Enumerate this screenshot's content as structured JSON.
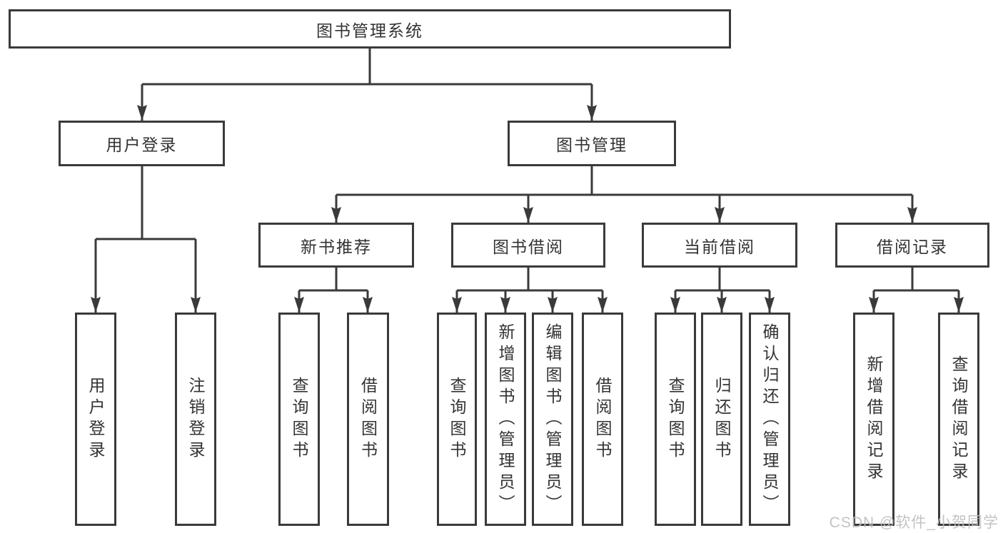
{
  "diagram": {
    "root": {
      "label": "图书管理系统"
    },
    "level2": [
      {
        "label": "用户登录"
      },
      {
        "label": "图书管理"
      }
    ],
    "level3": [
      {
        "label": "新书推荐"
      },
      {
        "label": "图书借阅"
      },
      {
        "label": "当前借阅"
      },
      {
        "label": "借阅记录"
      }
    ],
    "leaves": [
      {
        "label": "用户登录"
      },
      {
        "label": "注销登录"
      },
      {
        "label": "查询图书"
      },
      {
        "label": "借阅图书"
      },
      {
        "label": "查询图书"
      },
      {
        "label": "新增图书（管理员）"
      },
      {
        "label": "编辑图书（管理员）"
      },
      {
        "label": "借阅图书"
      },
      {
        "label": "查询图书"
      },
      {
        "label": "归还图书"
      },
      {
        "label": "确认归还（管理员）"
      },
      {
        "label": "新增借阅记录"
      },
      {
        "label": "查询借阅记录"
      }
    ],
    "hierarchy": {
      "图书管理系统": {
        "用户登录": [
          "用户登录",
          "注销登录"
        ],
        "图书管理": {
          "新书推荐": [
            "查询图书",
            "借阅图书"
          ],
          "图书借阅": [
            "查询图书",
            "新增图书（管理员）",
            "编辑图书（管理员）",
            "借阅图书"
          ],
          "当前借阅": [
            "查询图书",
            "归还图书",
            "确认归还（管理员）"
          ],
          "借阅记录": [
            "新增借阅记录",
            "查询借阅记录"
          ]
        }
      }
    }
  },
  "watermark": {
    "text": "CSDN @软件_小贺同学"
  },
  "colors": {
    "line": "#3a3a3a",
    "text": "#333333",
    "background": "#ffffff",
    "watermark": "#bdbdbd"
  }
}
